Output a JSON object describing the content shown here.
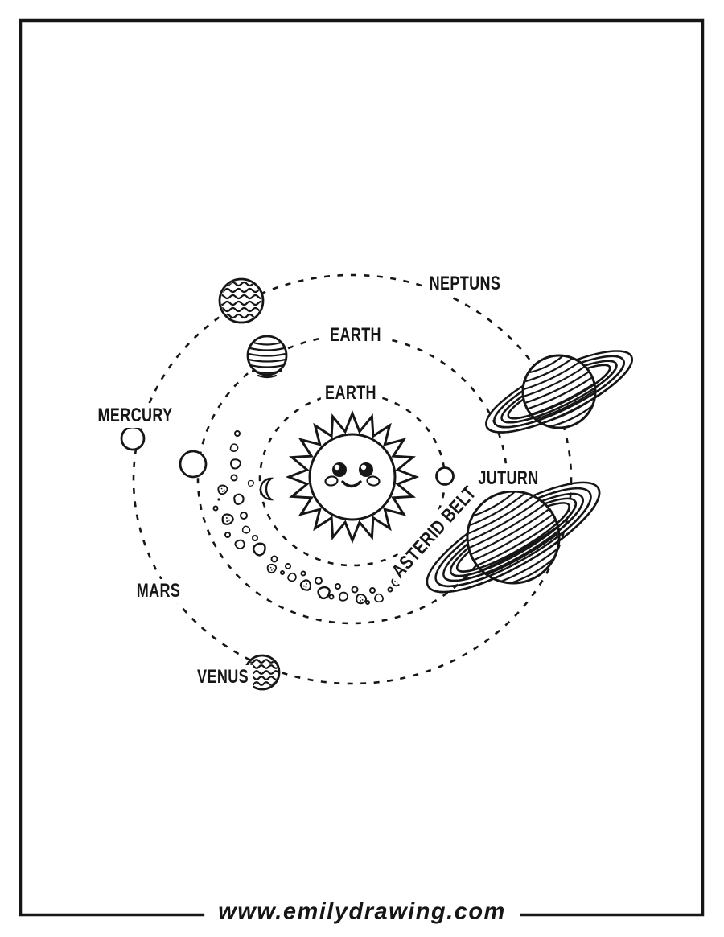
{
  "colors": {
    "ink": "#161616",
    "paper": "#ffffff"
  },
  "labels": {
    "neptune": "NEPTUNS",
    "earth_outer": "EARTH",
    "earth_inner": "EARTH",
    "mercury": "MERCURY",
    "jupiter_saturn": "JUTURN",
    "mars": "MARS",
    "venus": "VENUS",
    "asteroid_belt": "ASTERID BELT"
  },
  "footer": {
    "website": "www.emilydrawing.com"
  },
  "icons": {
    "sun": "sun-face-icon",
    "moon": "moon-crescent-icon",
    "ringed_planets": [
      "ringed-planet-upper-icon",
      "ringed-planet-lower-icon"
    ],
    "striped_planets": [
      "wavy-planet-icon",
      "lined-planet-icon",
      "venus-planet-icon"
    ],
    "plain_planets": [
      "mercury-planet-icon",
      "middle-orbit-planet-icon",
      "inner-orbit-planet-icon"
    ],
    "belt": "asteroid-belt"
  }
}
